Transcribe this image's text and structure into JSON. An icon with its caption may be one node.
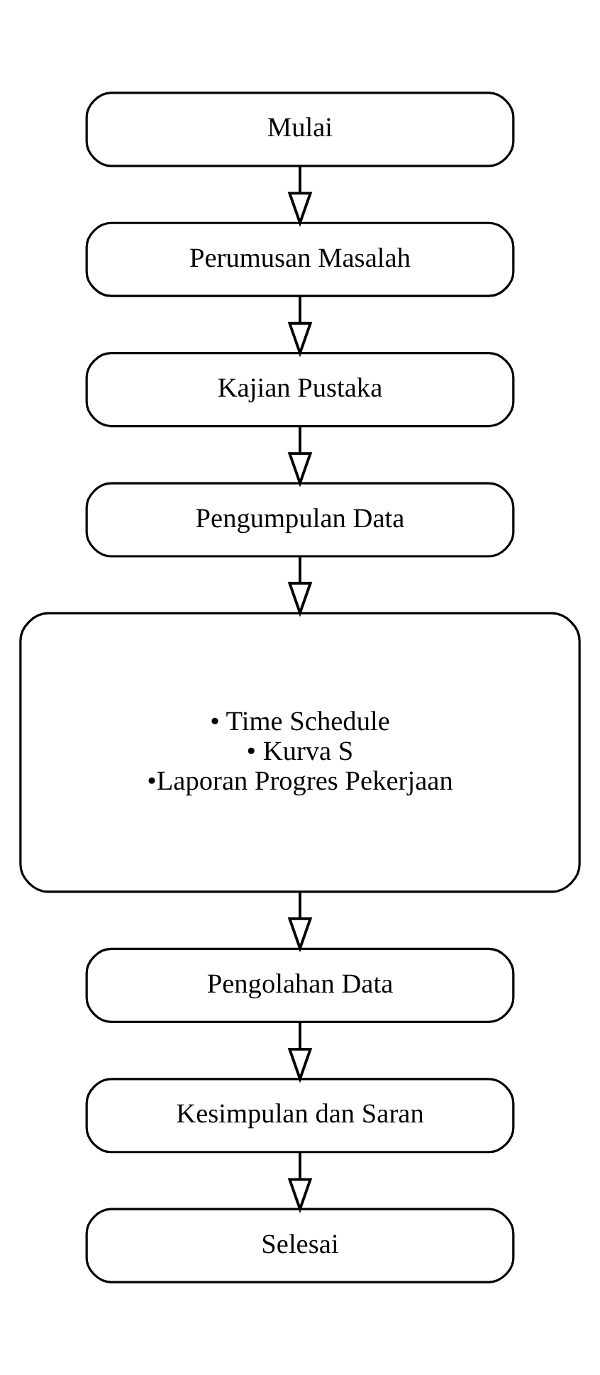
{
  "diagram": {
    "nodes": [
      {
        "text": [
          "Mulai"
        ]
      },
      {
        "text": [
          "Perumusan Masalah"
        ]
      },
      {
        "text": [
          "Kajian Pustaka"
        ]
      },
      {
        "text": [
          "Pengumpulan Data"
        ]
      },
      {
        "text": [
          "• Time Schedule",
          "• Kurva S",
          "•Laporan Progres Pekerjaan"
        ]
      },
      {
        "text": [
          "Pengolahan Data"
        ]
      },
      {
        "text": [
          "Kesimpulan dan Saran"
        ]
      },
      {
        "text": [
          "Selesai"
        ]
      }
    ],
    "edges": [
      {
        "from": 0,
        "to": 1,
        "arrow": "to"
      },
      {
        "from": 1,
        "to": 2,
        "arrow": "to"
      },
      {
        "from": 2,
        "to": 3,
        "arrow": "to"
      },
      {
        "from": 3,
        "to": 4,
        "arrow": "to"
      },
      {
        "from": 4,
        "to": 5,
        "arrow": "to"
      },
      {
        "from": 5,
        "to": 6,
        "arrow": "to"
      },
      {
        "from": 6,
        "to": 7,
        "arrow": "to"
      }
    ]
  }
}
